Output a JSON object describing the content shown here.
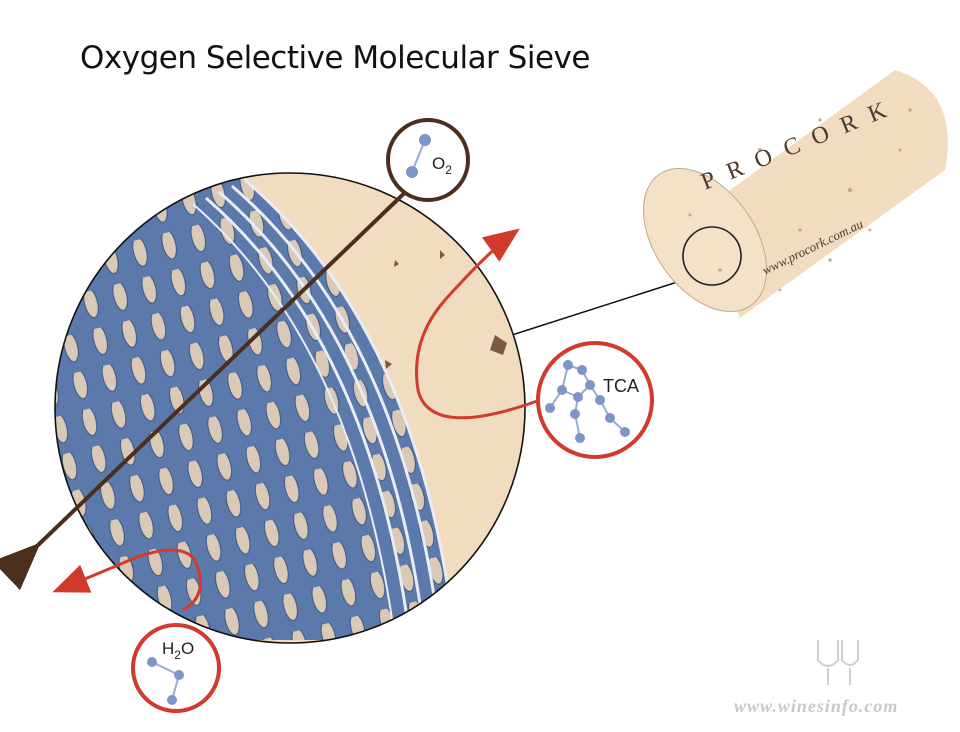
{
  "title": "Oxygen Selective Molecular Sieve",
  "cork": {
    "brand": "PROCORK",
    "url": "www.procork.com.au"
  },
  "molecules": {
    "o2": {
      "label": "O",
      "subscript": "2"
    },
    "tca": {
      "label": "TCA"
    },
    "h2o": {
      "label_pre": "H",
      "subscript": "2",
      "label_post": "O"
    }
  },
  "watermark": "www.winesinfo.com",
  "colors": {
    "sieve_blue": "#5c79ac",
    "pore": "#d9c9b6",
    "cork": "#f1dcc0",
    "o2_path": "#4a2e1e",
    "red_path": "#d23a2e",
    "molecule_node": "#7d95c8"
  }
}
